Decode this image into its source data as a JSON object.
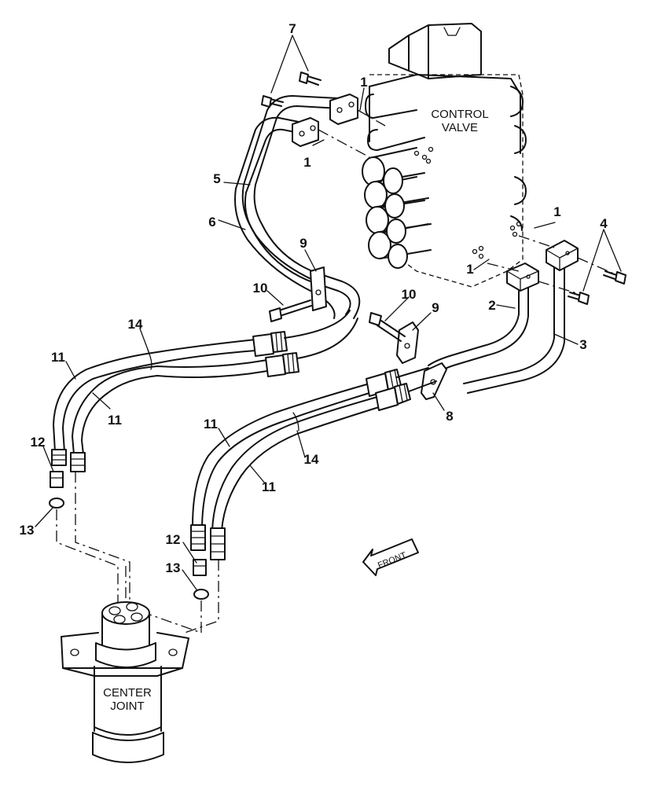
{
  "labels": {
    "control_valve_line1": "CONTROL",
    "control_valve_line2": "VALVE",
    "center_joint_line1": "CENTER",
    "center_joint_line2": "JOINT",
    "front_arrow": "FRONT"
  },
  "callouts": {
    "c1a": "1",
    "c1b": "1",
    "c1c": "1",
    "c1d": "1",
    "c2": "2",
    "c3": "3",
    "c4": "4",
    "c5": "5",
    "c6": "6",
    "c7": "7",
    "c8": "8",
    "c9a": "9",
    "c9b": "9",
    "c10a": "10",
    "c10b": "10",
    "c11a": "11",
    "c11b": "11",
    "c11c": "11",
    "c11d": "11",
    "c12a": "12",
    "c12b": "12",
    "c13a": "13",
    "c13b": "13",
    "c14a": "14",
    "c14b": "14"
  }
}
